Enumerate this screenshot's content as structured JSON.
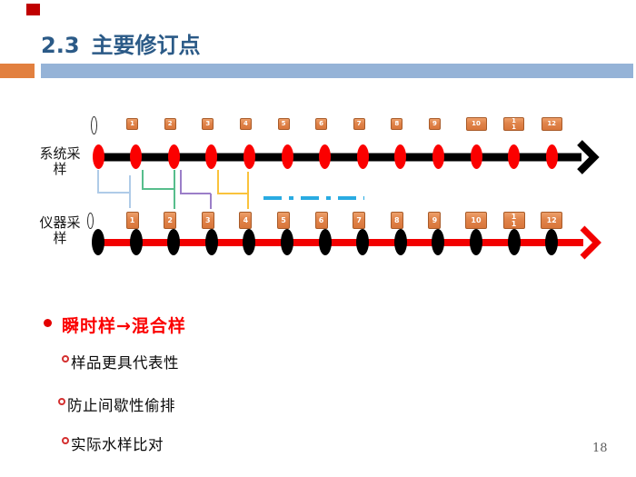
{
  "slide": {
    "corner_marker_color": "#C00000",
    "title": {
      "number": "2.3",
      "text": "主要修订点",
      "color": "#2B5A87"
    },
    "header_bar": {
      "orange": "#E2803F",
      "blue": "#95B3D7"
    },
    "page_number": "18"
  },
  "diagram": {
    "top_row": {
      "label": "系统采样",
      "origin_marker": "0",
      "line_color": "#000000",
      "dot_color": "#FB0000",
      "boxes": [
        "1",
        "2",
        "3",
        "4",
        "5",
        "6",
        "7",
        "8",
        "9",
        "10",
        "1\n1",
        "12"
      ]
    },
    "bottom_row": {
      "label": "仪器采样",
      "origin_marker": "0",
      "line_color": "#F20000",
      "dot_color": "#000000",
      "boxes": [
        "1",
        "2",
        "3",
        "4",
        "5",
        "6",
        "7",
        "8",
        "9",
        "10",
        "1\n1",
        "12"
      ]
    },
    "box_fill": "#E0834A",
    "box_border": "#A85A28",
    "connectors": [
      {
        "name": "connector-1",
        "color": "#AFCBE8"
      },
      {
        "name": "connector-2",
        "color": "#57BE8C"
      },
      {
        "name": "connector-3",
        "color": "#9B7EC8"
      },
      {
        "name": "connector-4",
        "color": "#FAC33C"
      }
    ],
    "dash_line_color": "#29ABE2"
  },
  "bullets": {
    "main": {
      "text": "瞬时样→混合样",
      "color": "#FB0000"
    },
    "sub": [
      "样品更具代表性",
      "防止间歇性偷排",
      "实际水样比对"
    ]
  }
}
